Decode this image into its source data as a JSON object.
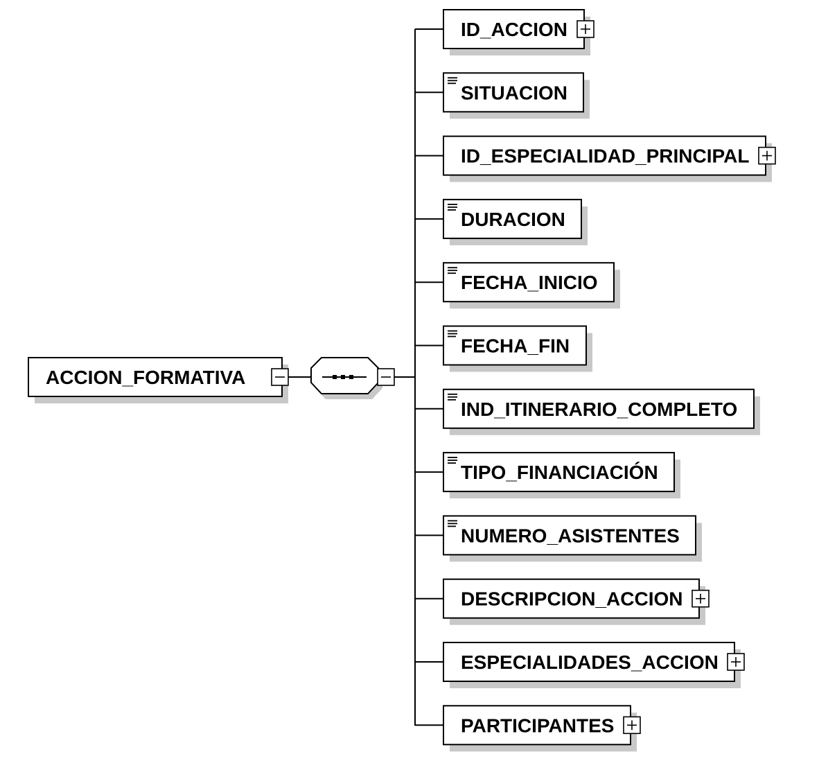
{
  "root": {
    "label": "ACCION_FORMATIVA",
    "expanded": true
  },
  "compositor": {
    "type": "sequence",
    "expanded": true
  },
  "children": [
    {
      "label": "ID_ACCION",
      "kind": "complex",
      "expandable": true,
      "collapsed": true
    },
    {
      "label": "SITUACION",
      "kind": "simple",
      "expandable": false
    },
    {
      "label": "ID_ESPECIALIDAD_PRINCIPAL",
      "kind": "complex",
      "expandable": true,
      "collapsed": true
    },
    {
      "label": "DURACION",
      "kind": "simple",
      "expandable": false
    },
    {
      "label": "FECHA_INICIO",
      "kind": "simple",
      "expandable": false
    },
    {
      "label": "FECHA_FIN",
      "kind": "simple",
      "expandable": false
    },
    {
      "label": "IND_ITINERARIO_COMPLETO",
      "kind": "simple",
      "expandable": false
    },
    {
      "label": "TIPO_FINANCIACIÓN",
      "kind": "simple",
      "expandable": false
    },
    {
      "label": "NUMERO_ASISTENTES",
      "kind": "simple",
      "expandable": false
    },
    {
      "label": "DESCRIPCION_ACCION",
      "kind": "complex",
      "expandable": true,
      "collapsed": true
    },
    {
      "label": "ESPECIALIDADES_ACCION",
      "kind": "complex",
      "expandable": true,
      "collapsed": true
    },
    {
      "label": "PARTICIPANTES",
      "kind": "complex",
      "expandable": true,
      "collapsed": true
    }
  ],
  "colors": {
    "border": "#000000",
    "shadow": "#c8c8c8",
    "background": "#ffffff"
  }
}
